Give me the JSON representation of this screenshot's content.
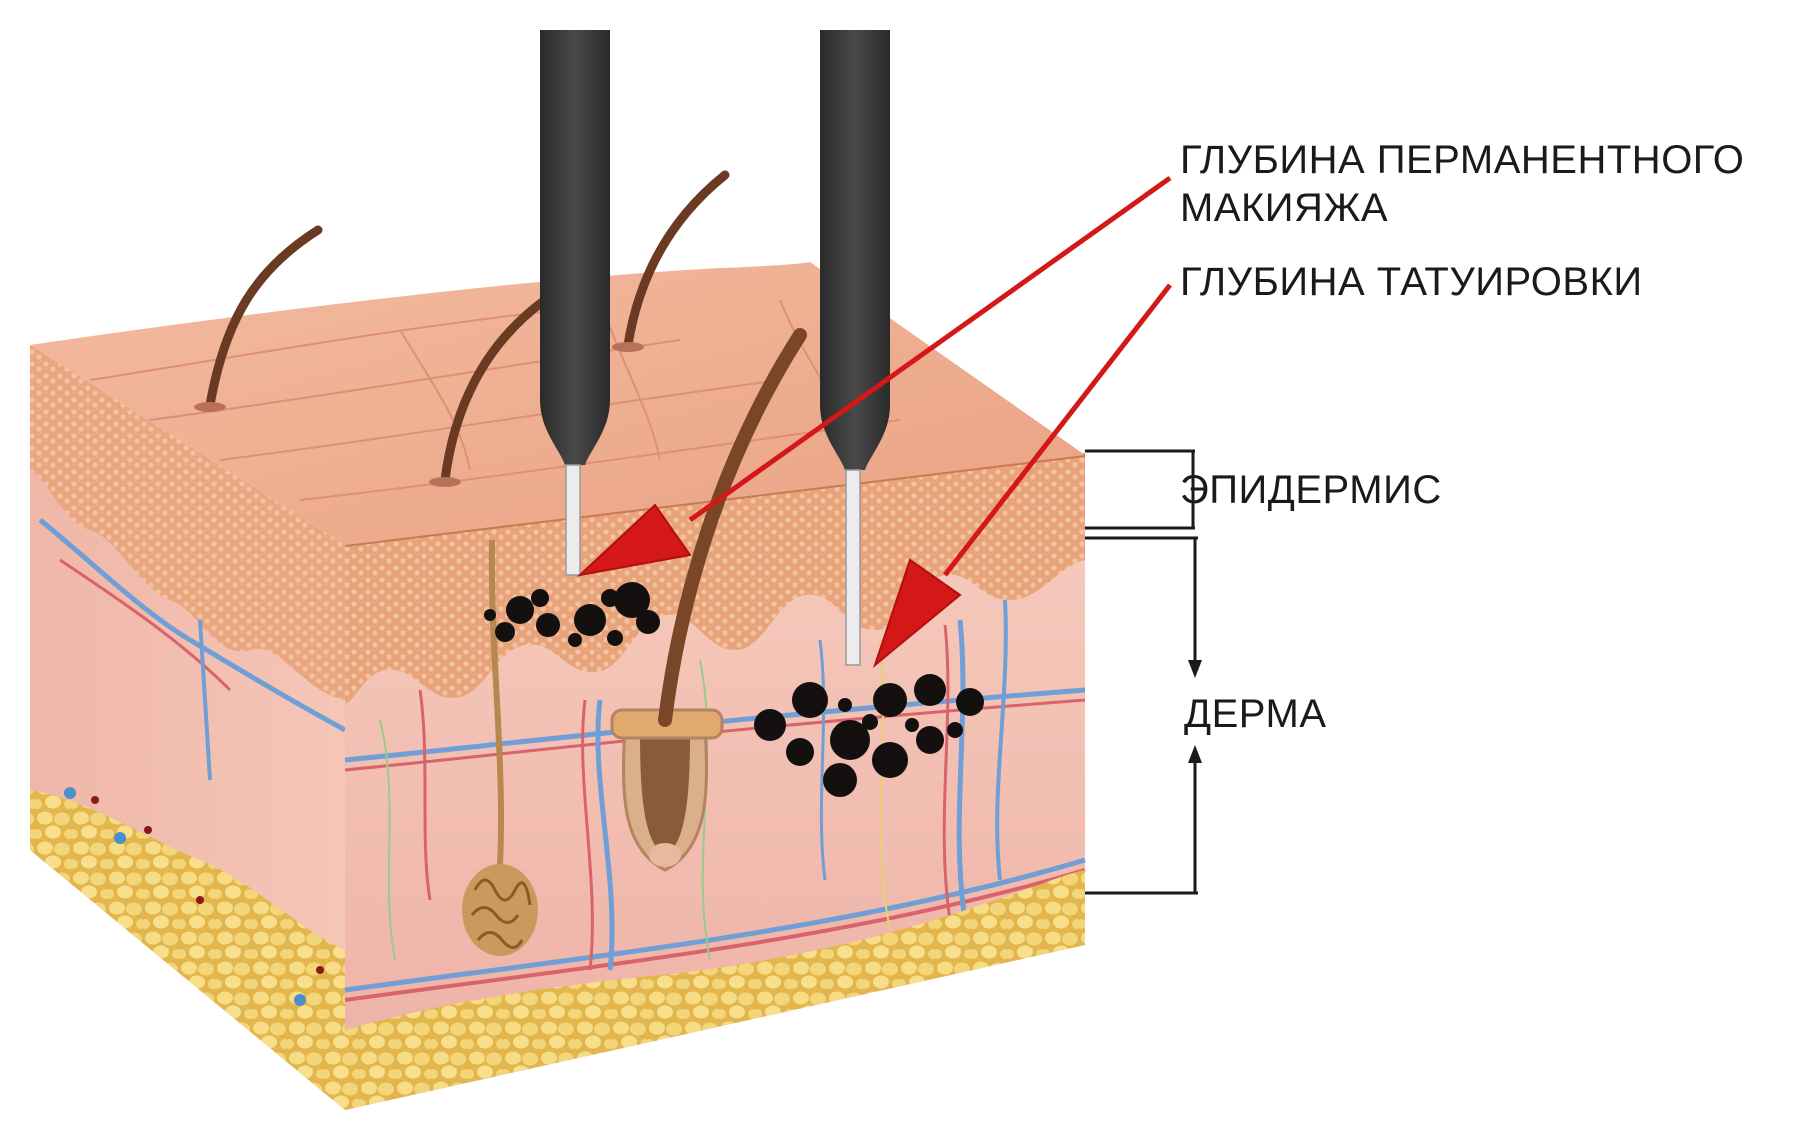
{
  "labels": {
    "pmu_depth_line1": "ГЛУБИНА ПЕРМАНЕНТНОГО",
    "pmu_depth_line2": "МАКИЯЖА",
    "tattoo_depth": "ГЛУБИНА ТАТУИРОВКИ",
    "epidermis": "ЭПИДЕРМИС",
    "dermis": "ДЕРМА"
  },
  "colors": {
    "skin_top": "#f1b498",
    "skin_side": "#f4c4b8",
    "epidermis_layer": "#e9a479",
    "fat_tissue": "#f0d271",
    "vein": "#6f9fd6",
    "artery": "#d9636a",
    "hair": "#6b3a22",
    "needle": "#3b3b3b",
    "pigment": "#141010",
    "arrow": "#d41818",
    "bracket": "#1a1a1a"
  }
}
